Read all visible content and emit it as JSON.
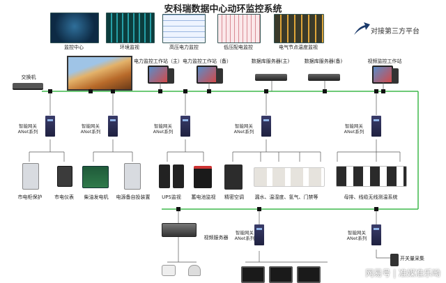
{
  "title": "安科瑞数据中心动环监控系统",
  "third_party": "对接第三方平台",
  "top_screens": [
    "监控中心",
    "环境监视",
    "高压电力监控",
    "低压配电监控",
    "电气节点温度监视"
  ],
  "switch_label": "交换机",
  "workstations": [
    "电力监控工作站（主）",
    "电力监控工作站（备）",
    "数据库服务器(主)",
    "数据库服务器(备)",
    "视频监控工作站"
  ],
  "gateway_lines": [
    "智能网关",
    "ANet系列"
  ],
  "devices": [
    "市电柜保护",
    "市电仪表",
    "柴油发电机",
    "电源备自投装置",
    "UPS监视",
    "蓄电池监视",
    "精密空调",
    "漏水、温湿度、氢气、门禁等",
    "母排、线缆无线测温系统"
  ],
  "video_server": "视频服务器",
  "switch_collect": "开关量采集",
  "watermark": "网易号 | 准媒准乐呦",
  "colors": {
    "bus": "#3db84a",
    "wire": "#555555",
    "accent": "#1b3a6b",
    "gateway": "#2a2c55"
  }
}
